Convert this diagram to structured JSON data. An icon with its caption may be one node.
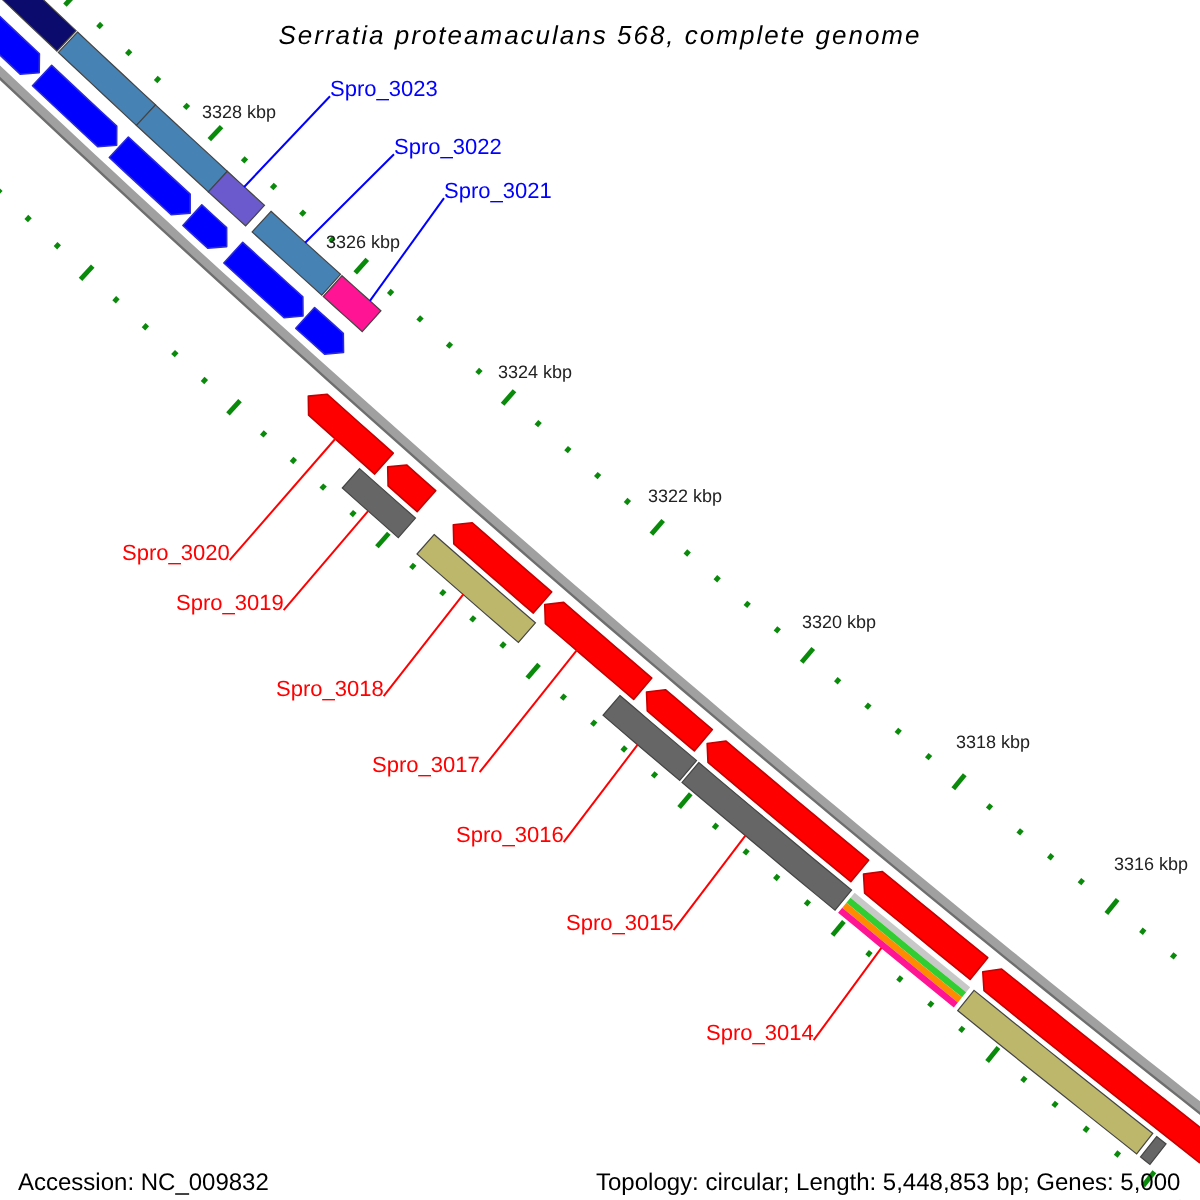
{
  "diagram": {
    "title": "Serratia proteamaculans 568, complete genome",
    "nodes": [
      {
        "text": [
          "Spro_3023"
        ]
      },
      {
        "text": [
          "Spro_3022"
        ]
      },
      {
        "text": [
          "Spro_3021"
        ]
      },
      {
        "text": [
          "Spro_3020"
        ]
      },
      {
        "text": [
          "Spro_3019"
        ]
      },
      {
        "text": [
          "Spro_3018"
        ]
      },
      {
        "text": [
          "Spro_3017"
        ]
      },
      {
        "text": [
          "Spro_3016"
        ]
      },
      {
        "text": [
          "Spro_3015"
        ]
      },
      {
        "text": [
          "Spro_3014"
        ]
      },
      {
        "text": [],
        "shape": "arrow"
      },
      {
        "text": [],
        "shape": "arrow"
      },
      {
        "text": [],
        "shape": "arrow"
      },
      {
        "text": [],
        "shape": "arrow"
      },
      {
        "text": [],
        "shape": "arrow"
      },
      {
        "text": [],
        "shape": "arrow"
      },
      {
        "text": [],
        "shape": "arrow"
      },
      {
        "text": [],
        "shape": "arrow"
      },
      {
        "text": [],
        "shape": "arrow"
      },
      {
        "text": [],
        "shape": "arrow"
      },
      {
        "text": [],
        "shape": "arrow"
      },
      {
        "text": [],
        "shape": "arrow"
      },
      {
        "text": [],
        "shape": "arrow"
      },
      {
        "text": [],
        "shape": "arrow"
      },
      {
        "text": [],
        "shape": "bar"
      }
    ],
    "edges": [
      {
        "from": 0,
        "to": 13,
        "arrow": "none",
        "color": "#0000ff"
      },
      {
        "from": 1,
        "to": 14,
        "arrow": "none",
        "color": "#0000ff"
      },
      {
        "from": 2,
        "to": 15,
        "arrow": "none",
        "color": "#0000ff"
      },
      {
        "from": 3,
        "to": 16,
        "arrow": "none"
      },
      {
        "from": 4,
        "to": 17,
        "arrow": "none"
      },
      {
        "from": 5,
        "to": 18,
        "arrow": "none"
      },
      {
        "from": 6,
        "to": 19,
        "arrow": "none"
      },
      {
        "from": 7,
        "to": 20,
        "arrow": "none"
      },
      {
        "from": 8,
        "to": 21,
        "arrow": "none"
      },
      {
        "from": 9,
        "to": 22,
        "arrow": "none"
      }
    ],
    "labels": [
      "3328 kbp",
      "3326 kbp",
      "3324 kbp",
      "3322 kbp",
      "3320 kbp",
      "3318 kbp",
      "3316 kbp",
      "Accession: NC_009832",
      "Topology: circular; Length: 5,448,853 bp; Genes: 5,000"
    ]
  }
}
